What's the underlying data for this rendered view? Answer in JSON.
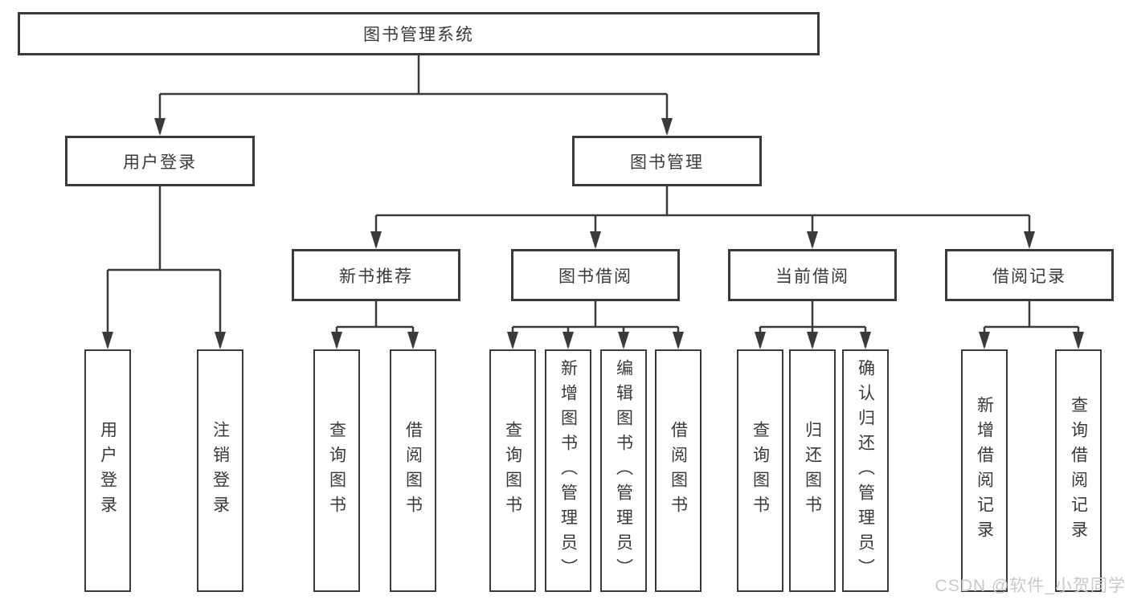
{
  "tree": {
    "root": {
      "label": "图书管理系统",
      "children": [
        {
          "label": "用户登录",
          "children": [
            {
              "label": "用户登录"
            },
            {
              "label": "注销登录"
            }
          ]
        },
        {
          "label": "图书管理",
          "children": [
            {
              "label": "新书推荐",
              "children": [
                {
                  "label": "查询图书"
                },
                {
                  "label": "借阅图书"
                }
              ]
            },
            {
              "label": "图书借阅",
              "children": [
                {
                  "label": "查询图书"
                },
                {
                  "label": "新增图书（管理员）"
                },
                {
                  "label": "编辑图书（管理员）"
                },
                {
                  "label": "借阅图书"
                }
              ]
            },
            {
              "label": "当前借阅",
              "children": [
                {
                  "label": "查询图书"
                },
                {
                  "label": "归还图书"
                },
                {
                  "label": "确认归还（管理员）"
                }
              ]
            },
            {
              "label": "借阅记录",
              "children": [
                {
                  "label": "新增借阅记录"
                },
                {
                  "label": "查询借阅记录"
                }
              ]
            }
          ]
        }
      ]
    }
  },
  "watermark": "CSDN @软件_小贺同学",
  "colors": {
    "line": "#3a3a3a",
    "text": "#3a3a3a",
    "background": "#ffffff",
    "watermark": "#c9c9c9"
  }
}
